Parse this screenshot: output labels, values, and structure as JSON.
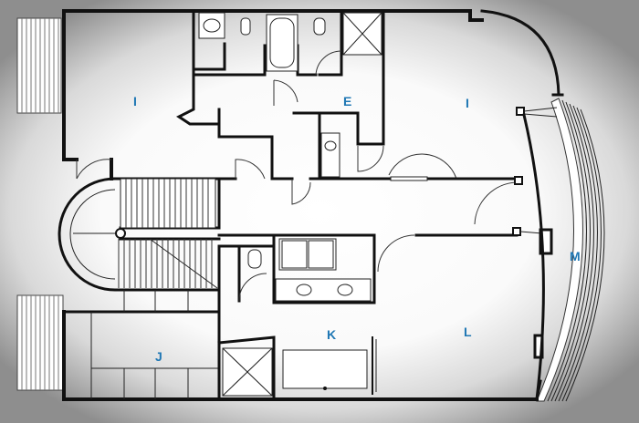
{
  "labels": {
    "room_i_left": "I",
    "room_e": "E",
    "room_i_right": "I",
    "room_m": "M",
    "room_j": "J",
    "room_k": "K",
    "room_l": "L"
  },
  "colors": {
    "label": "#1f77b4",
    "wall": "#111111",
    "background": "#ffffff"
  }
}
